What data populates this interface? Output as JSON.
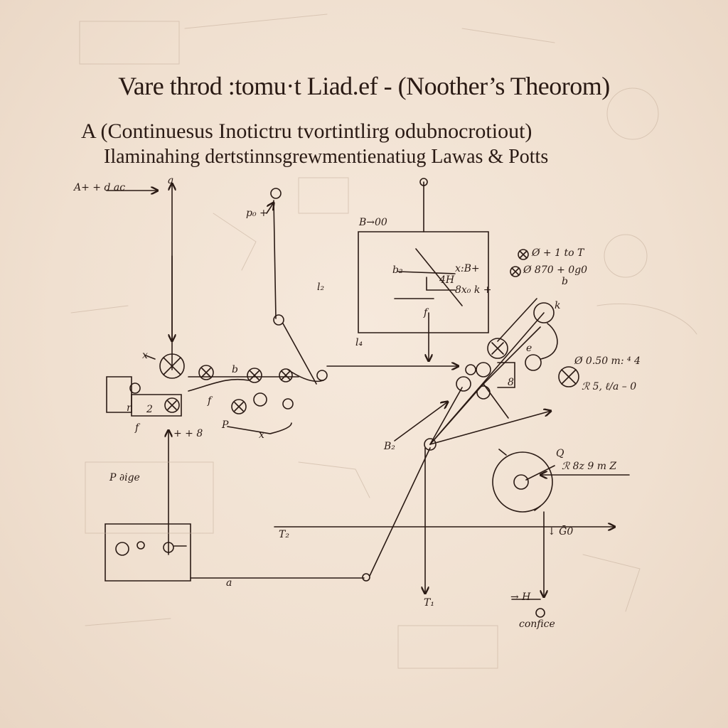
{
  "title": "Vare throd :tomu·t Liad.ef - (Noother’s Theorom)",
  "subtitle_line1": "A (Continuesus Inotictru tvortintlirg odubnocrotiout)",
  "subtitle_line2": "Ilaminahing dertstinnsgrewmentienatiug Lawas & Potts",
  "annotations": {
    "top_left_arrow": "A+ + d ac",
    "a_top": "a",
    "p_label": "p₀ +",
    "box_label": "B→00",
    "b_label": "b₂",
    "l_label": "l₂",
    "box_x": "x:B+",
    "box_4": "4H",
    "box_xk": "8x₀ k +",
    "l4": "l₄",
    "r1": "Ø + 1 to T",
    "r2": "Ø 870 + 0g0",
    "r3": "b",
    "k_label": "k",
    "f_label": "f",
    "e_label": "e",
    "r4": "Ø 0.50 m: ⁴ 4",
    "r5": "ℛ 5, ℓ/a – 0",
    "b_mid": "b",
    "f_mid": "f",
    "x_k": "x",
    "b2": "8",
    "r_small": "r",
    "n_label": "2",
    "x_s": "x",
    "f_lower": "f",
    "x8": "+ + 8",
    "p_dot": "P",
    "pbige": "P ∂ige",
    "b_mid2": "B₂",
    "q_label": "Q",
    "bm": "ℛ 8z 9 m Z",
    "t2": "T₂",
    "v_label": "↓ Ḡ0",
    "a_low": "a",
    "t_low": "T₁",
    "h_low": "→ H",
    "confi": "confice"
  }
}
